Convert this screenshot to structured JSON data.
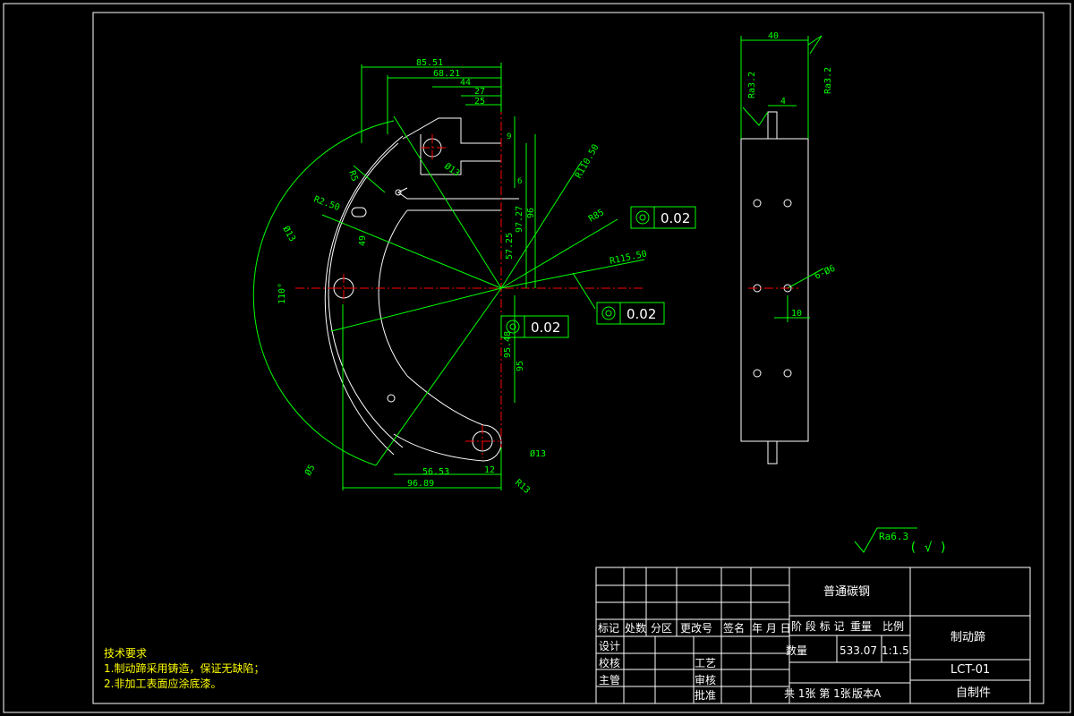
{
  "colors": {
    "background": "#000000",
    "outline": "#ffffff",
    "dimension": "#00ff00",
    "centerline": "#ff0000",
    "notes": "#ffff00"
  },
  "dims_main": {
    "d1": "85.51",
    "d2": "68.21",
    "d3": "44",
    "d4": "27",
    "d5": "25",
    "d6": "9",
    "d7": "6",
    "d8": "57.25",
    "d9": "97.27",
    "d10": "96",
    "d11": "95",
    "d12": "95.48",
    "d13": "56.53",
    "d14": "12",
    "d15": "96.89",
    "r1": "R110.50",
    "r2": "R85",
    "r3": "R115.50",
    "r4": "R2.50",
    "r5": "R13",
    "r6": "R5",
    "h1": "Ø13",
    "h2": "Ø13",
    "h3": "Ø13",
    "h4": "Ø5",
    "n49": "49",
    "angle": "110°"
  },
  "tolerances": [
    {
      "symbol": "◎",
      "value": "0.02"
    },
    {
      "symbol": "◎",
      "value": "0.02"
    },
    {
      "symbol": "◎",
      "value": "0.02"
    }
  ],
  "side_view": {
    "width": "40",
    "rough1": "Ra3.2",
    "rough2": "Ra3.2",
    "small": "4",
    "holes": "6-Ø6",
    "spacing": "10"
  },
  "surface_finish": {
    "value": "Ra6.3",
    "note": "( √ )"
  },
  "notes": {
    "title": "技术要求",
    "line1": "1.制动蹄采用铸造，保证无缺陷；",
    "line2": "2.非加工表面应涂底漆。"
  },
  "title_block": {
    "material": "普通碳钢",
    "part_name": "制动蹄",
    "drawing_no": "LCT-01",
    "type": "自制件",
    "hdr_mark": "标记",
    "hdr_count": "处数",
    "hdr_zone": "分区",
    "hdr_change": "更改号",
    "hdr_sign": "签名",
    "hdr_date": "年 月 日",
    "stage": "阶 段 标 记",
    "weight": "重量",
    "scale": "比例",
    "design": "设计",
    "check": "校核",
    "manager": "主管",
    "process": "工艺",
    "review": "审核",
    "approve": "批准",
    "qty": "数量",
    "weight_val": "533.07",
    "scale_val": "1:1.5",
    "sheets": "共 1张 第 1张",
    "version": "版本A"
  }
}
